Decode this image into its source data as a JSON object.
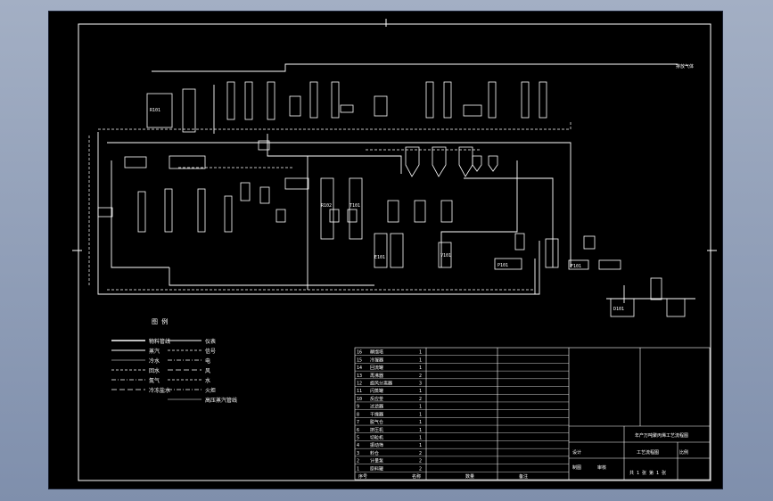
{
  "titles": {
    "drawing_title": "年产万吨聚丙烯工艺流程图",
    "subtitle": "工艺流程图",
    "legend_title": "图 例"
  },
  "top_note": "排放气体",
  "legend": [
    {
      "style": "solid-thick",
      "label": "物料管线",
      "col": 0
    },
    {
      "style": "solid",
      "label": "蒸汽",
      "col": 0
    },
    {
      "style": "solid-thin",
      "label": "冷水",
      "col": 0
    },
    {
      "style": "dashed",
      "label": "回水",
      "col": 0
    },
    {
      "style": "dash-dot",
      "label": "氮气",
      "col": 0
    },
    {
      "style": "dashed-long",
      "label": "冷冻盐水",
      "col": 0
    },
    {
      "style": "solid",
      "label": "仪表",
      "col": 1
    },
    {
      "style": "dashed",
      "label": "信号",
      "col": 1
    },
    {
      "style": "dash-dot",
      "label": "电",
      "col": 1
    },
    {
      "style": "dashed-long",
      "label": "风",
      "col": 1
    },
    {
      "style": "dashed",
      "label": "水",
      "col": 1
    },
    {
      "style": "dash-dot",
      "label": "火炬",
      "col": 1
    },
    {
      "style": "solid-thin",
      "label": "高压蒸汽管线",
      "col": 1
    }
  ],
  "equipment_labels": [
    "R101",
    "R102",
    "T101",
    "V101",
    "E101",
    "P101",
    "F101",
    "D101"
  ],
  "parts_table": {
    "rows": [
      [
        "16",
        "精馏塔",
        "1"
      ],
      [
        "15",
        "冷凝器",
        "1"
      ],
      [
        "14",
        "回流罐",
        "1"
      ],
      [
        "13",
        "再沸器",
        "2"
      ],
      [
        "12",
        "旋风分离器",
        "3"
      ],
      [
        "11",
        "闪蒸罐",
        "1"
      ],
      [
        "10",
        "反应釜",
        "2"
      ],
      [
        "9",
        "过滤器",
        "1"
      ],
      [
        "8",
        "干燥器",
        "1"
      ],
      [
        "7",
        "脱气仓",
        "1"
      ],
      [
        "6",
        "挤压机",
        "1"
      ],
      [
        "5",
        "切粒机",
        "1"
      ],
      [
        "4",
        "振动筛",
        "1"
      ],
      [
        "3",
        "料仓",
        "2"
      ],
      [
        "2",
        "计量泵",
        "2"
      ],
      [
        "1",
        "原料罐",
        "2"
      ]
    ],
    "footer": [
      "序号",
      "名称",
      "数量",
      "备注"
    ]
  },
  "title_block": {
    "school": "设计",
    "drawn": "制图",
    "checked": "审核",
    "scale": "比例",
    "sheet": "共 1 张 第 1 张"
  }
}
